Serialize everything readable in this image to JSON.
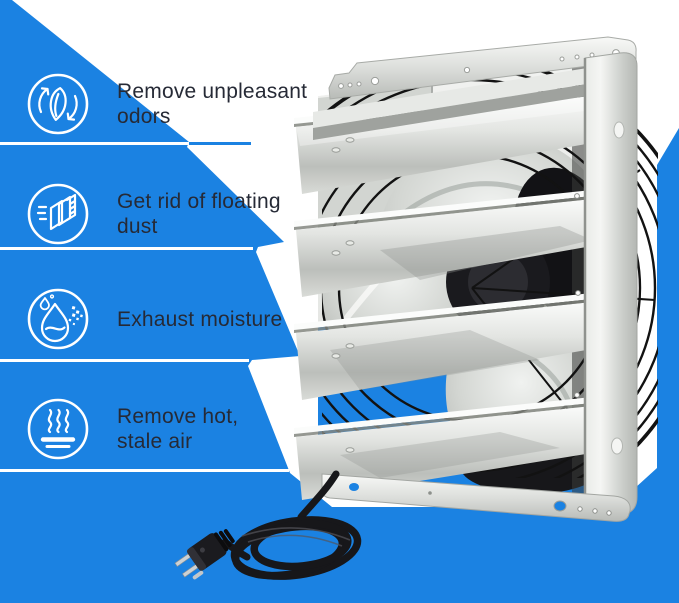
{
  "colors": {
    "background_blue": "#1b82e2",
    "photo_white": "#ffffff",
    "text_dark": "#262a36",
    "separator_white": "#ffffff",
    "icon_white": "#ffffff"
  },
  "features": [
    {
      "icon": "odor-icon",
      "line1": "Remove unpleasant",
      "line2": "odors"
    },
    {
      "icon": "dust-icon",
      "line1": "Get rid of floating",
      "line2": "dust"
    },
    {
      "icon": "moisture-icon",
      "line1": "Exhaust moisture",
      "line2": ""
    },
    {
      "icon": "heat-icon",
      "line1": "Remove hot,",
      "line2": "stale air"
    }
  ]
}
